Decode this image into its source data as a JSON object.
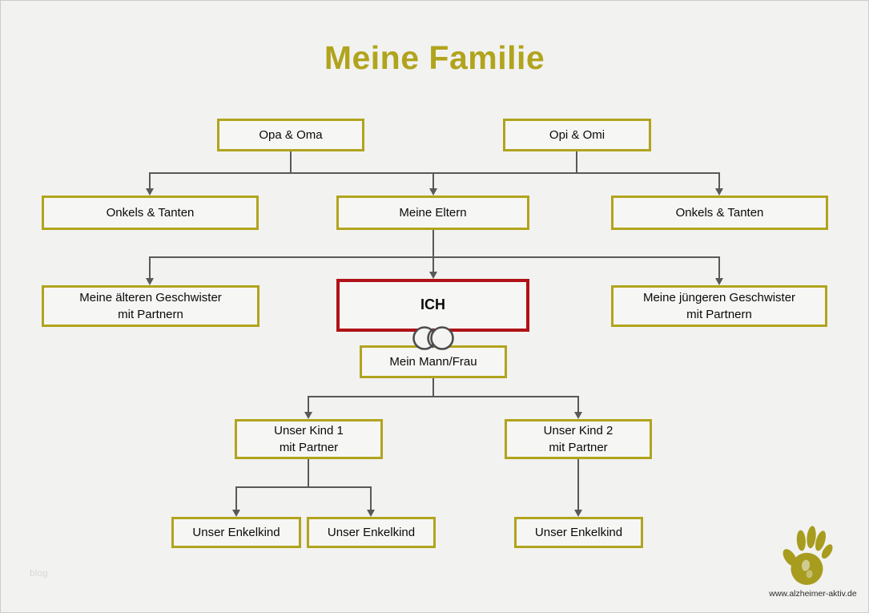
{
  "title": "Meine Familie",
  "tree": {
    "opa_oma": "Opa & Oma",
    "opi_omi": "Opi & Omi",
    "onkels_tanten_links": "Onkels & Tanten",
    "meine_eltern": "Meine Eltern",
    "onkels_tanten_rechts": "Onkels & Tanten",
    "aeltere_geschwister": "Meine älteren Geschwister\nmit Partnern",
    "ich": "ICH",
    "juengere_geschwister": "Meine jüngeren Geschwister\nmit Partnern",
    "mann_frau": "Mein Mann/Frau",
    "kind_1": "Unser Kind 1\nmit Partner",
    "kind_2": "Unser Kind 2\nmit Partner",
    "enkelkind_1": "Unser Enkelkind",
    "enkelkind_2": "Unser Enkelkind",
    "enkelkind_3": "Unser Enkelkind"
  },
  "icons": {
    "wedding_rings": "two interlocking rings between ICH and Mein Mann/Frau",
    "handprint": "olive handprint logo"
  },
  "footer": {
    "watermark": "blog",
    "website": "www.alzheimer-aktiv.de"
  },
  "colors": {
    "accent_olive": "#b1a41d",
    "highlight_red": "#b01217",
    "connector_gray": "#595959",
    "background": "#f2f2f1"
  }
}
